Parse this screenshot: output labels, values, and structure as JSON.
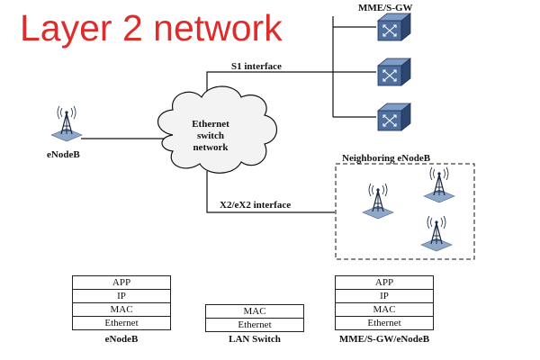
{
  "title": "Layer 2 network",
  "labels": {
    "mme_sgw": "MME/S-GW",
    "s1": "S1 interface",
    "enodeb": "eNodeB",
    "x2": "X2/eX2 interface",
    "neighboring": "Neighboring eNodeB",
    "cloud_line1": "Ethernet",
    "cloud_line2": "switch",
    "cloud_line3": "network"
  },
  "stacks": [
    {
      "caption": "eNodeB",
      "layers": [
        "APP",
        "IP",
        "MAC",
        "Ethernet"
      ]
    },
    {
      "caption": "LAN Switch",
      "layers": [
        "MAC",
        "Ethernet"
      ]
    },
    {
      "caption": "MME/S-GW/eNodeB",
      "layers": [
        "APP",
        "IP",
        "MAC",
        "Ethernet"
      ]
    }
  ],
  "icons": {
    "router": "router-icon",
    "tower": "cell-tower-icon",
    "cloud": "cloud-icon"
  },
  "colors": {
    "title": "#e02b2b",
    "router_face": "#4f6f9f",
    "router_side": "#2c4670",
    "tower_pad": "#8fa8c8",
    "cloud": "#f3f3f3"
  }
}
